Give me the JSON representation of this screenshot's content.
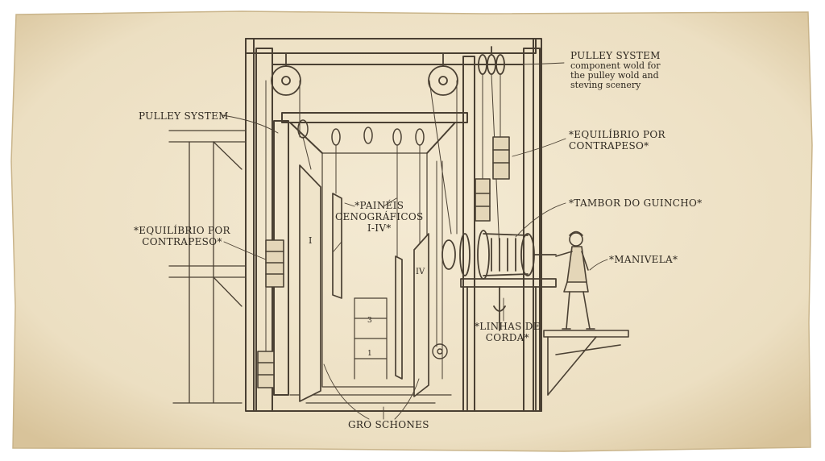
{
  "labels": {
    "pulley_system_top": "PULLEY SYSTEM",
    "pulley_system_top_note": "component wold for\nthe pulley wold and\nsteving scenery",
    "pulley_system_left": "PULLEY SYSTEM",
    "counterweight_right": "*EQUILÍBRIO POR\nCONTRAPESO*",
    "counterweight_left": "*EQUILÍBRIO POR\nCONTRAPESO*",
    "winch_drum": "*TAMBOR DO GUINCHO*",
    "crank": "*MANIVELA*",
    "panels": "*PAINÉIS\nCENOGRÁFICOS\nI-IV*",
    "rope_lines": "*LINHAS DE\nCORDA*",
    "bottom": "GRO SCHONES"
  },
  "panel_numerals": [
    "I",
    "IV"
  ],
  "floor_numbers": [
    "3",
    "1"
  ],
  "colors": {
    "paper": "#efe3c8",
    "paper_edge": "#d9c6a0",
    "ink": "#4a4033",
    "text": "#2e2820"
  }
}
